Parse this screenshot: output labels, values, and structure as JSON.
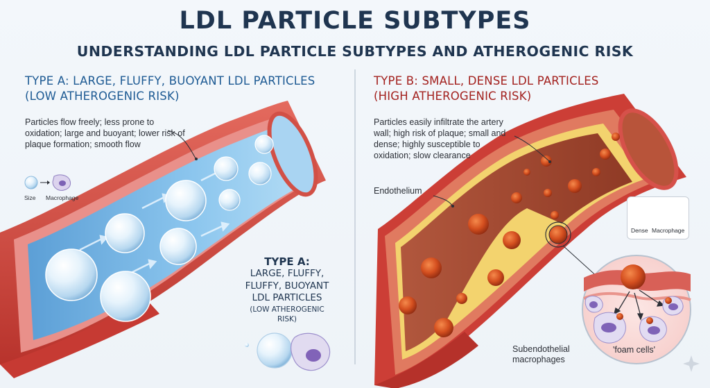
{
  "title": "LDL PARTICLE SUBTYPES",
  "subtitle": "UNDERSTANDING LDL PARTICLE SUBTYPES AND ATHEROGENIC RISK",
  "type_a": {
    "heading_line1": "TYPE A: LARGE, FLUFFY, BUOYANT LDL PARTICLES",
    "heading_line2": "(LOW ATHEROGENIC RISK)",
    "description": "Particles flow freely; less prone to oxidation; large and buoyant; lower risk of plaque formation; smooth flow",
    "legend_size": "Size",
    "legend_macrophage": "Macrophage",
    "callout_title": "TYPE A:",
    "callout_line1": "LARGE, FLUFFY,",
    "callout_line2": "FLUFFY, BUOYANT",
    "callout_line3": "LDL PARTICLES",
    "callout_risk": "(LOW ATHEROGENIC RISK)"
  },
  "type_b": {
    "heading_line1": "TYPE B: SMALL, DENSE LDL PARTICLES",
    "heading_line2": "(HIGH ATHEROGENIC RISK)",
    "description": "Particles easily infiltrate the artery wall; high risk of plaque; small and dense; highly susceptible to oxidation; slow clearance",
    "endothelium_label": "Endothelium",
    "legend_dense": "Dense",
    "legend_macrophage": "Macrophage",
    "subendothelial_label": "Subendothelial macrophages",
    "foam_cells_label": "'foam cells'"
  },
  "colors": {
    "title": "#1f3550",
    "type_a_accent": "#1d5a93",
    "type_b_accent": "#a3211e",
    "artery_wall": "#d2473f",
    "lumen_a": "#7fb9e6",
    "particle_b": "#c8421b"
  }
}
